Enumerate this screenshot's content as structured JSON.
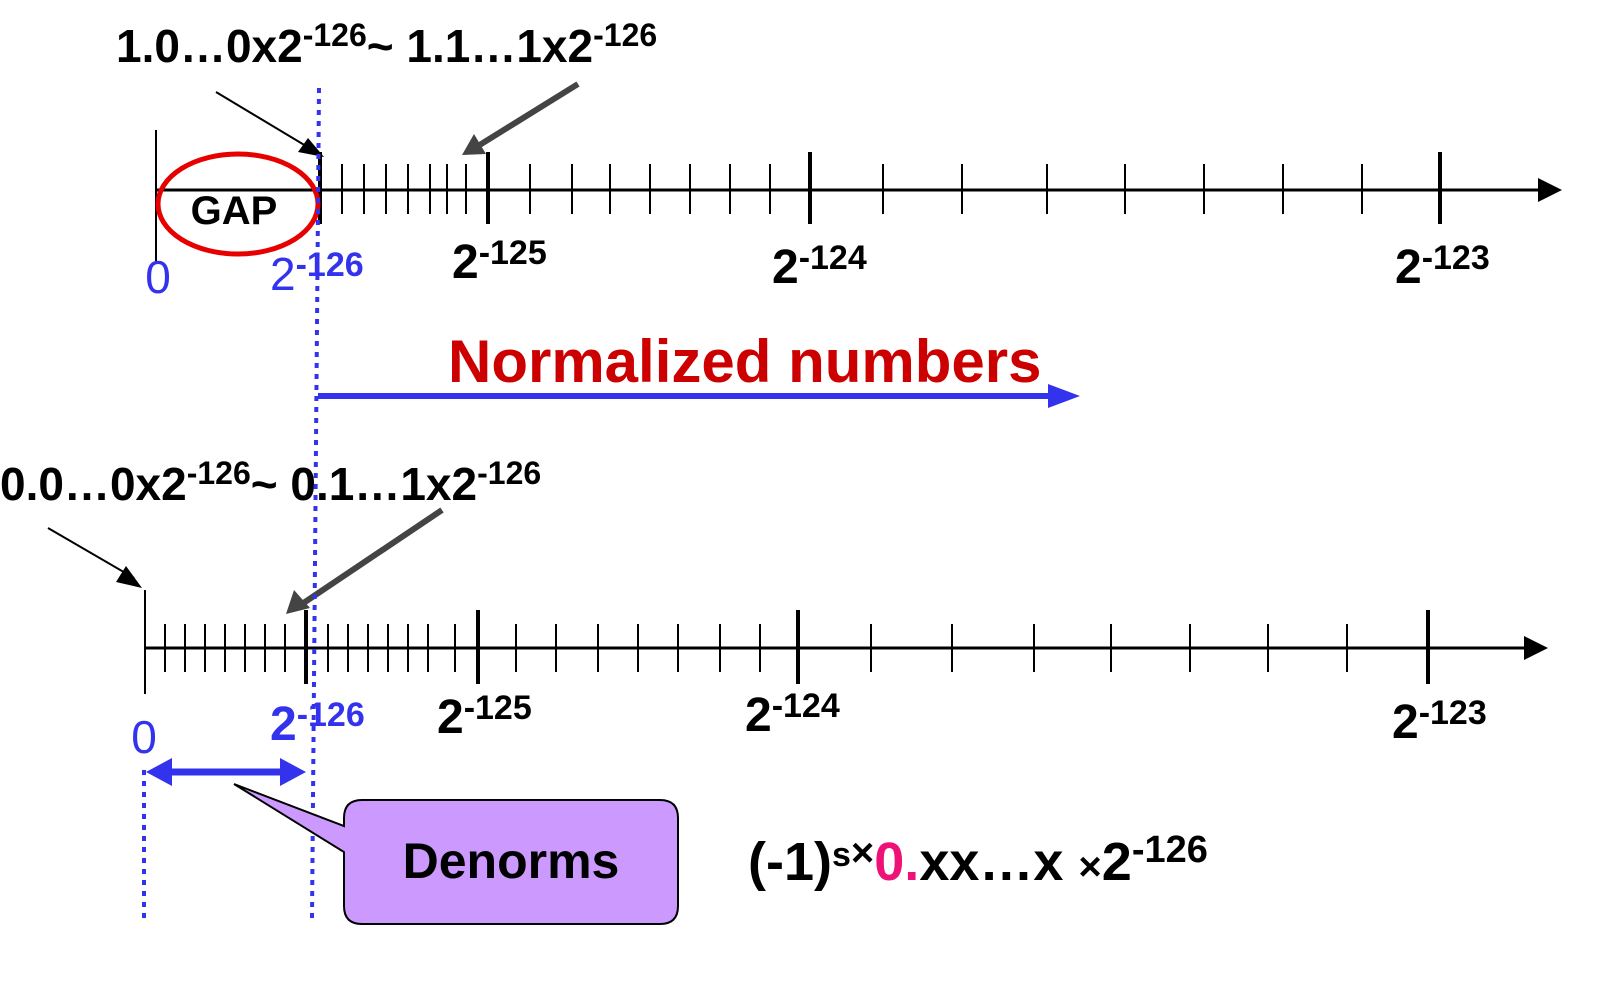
{
  "colors": {
    "axis": "#000000",
    "blue": "#3333ee",
    "red": "#cc0000",
    "gap_circle": "#e60000",
    "pink": "#ee1177",
    "callout_fill": "#cc99ff",
    "gray_arrow": "#444444"
  },
  "top": {
    "range_label": {
      "a_mant": "1.0…0x2",
      "a_exp": "-126",
      "sep": "~ ",
      "b_mant": "1.1…1x2",
      "b_exp": "-126"
    },
    "gap_label": "GAP",
    "zero_label": "0",
    "min_label": {
      "base": "2",
      "exp": "-126"
    },
    "ticks": [
      {
        "base": "2",
        "exp": "-125"
      },
      {
        "base": "2",
        "exp": "-124"
      },
      {
        "base": "2",
        "exp": "-123"
      }
    ]
  },
  "normalized": {
    "label": "Normalized numbers"
  },
  "bottom": {
    "range_label": {
      "a_mant": "0.0…0x2",
      "a_exp": "-126",
      "sep": "~ ",
      "b_mant": "0.1…1x2",
      "b_exp": "-126"
    },
    "zero_label": "0",
    "min_label": {
      "base": "2",
      "exp": "-126"
    },
    "ticks": [
      {
        "base": "2",
        "exp": "-125"
      },
      {
        "base": "2",
        "exp": "-124"
      },
      {
        "base": "2",
        "exp": "-123"
      }
    ]
  },
  "denorms": {
    "label": "Denorms"
  },
  "formula": {
    "sign": "(-1)",
    "sign_exp": "s",
    "times1": "×",
    "zero": "0.",
    "mant": "xx…x ",
    "times2": "×",
    "base": "2",
    "exp": "-126"
  }
}
